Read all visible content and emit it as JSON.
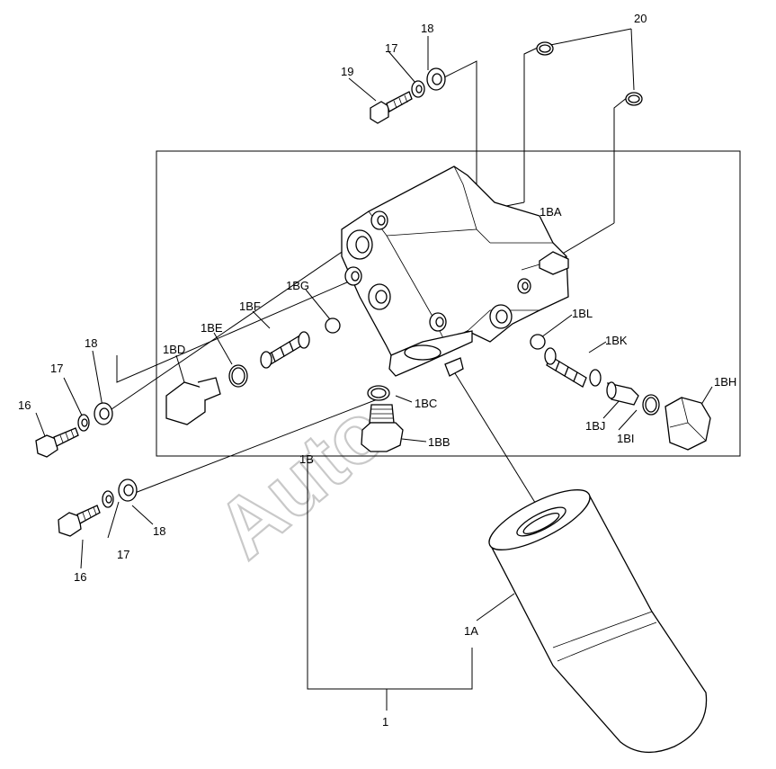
{
  "diagram": {
    "watermark": "Auto",
    "labels": {
      "p20": "20",
      "p18_top": "18",
      "p17_top": "17",
      "p19": "19",
      "p1BA": "1BA",
      "p1BG": "1BG",
      "p1BF": "1BF",
      "p1BE": "1BE",
      "p1BD": "1BD",
      "p1BL": "1BL",
      "p1BK": "1BK",
      "p1BH": "1BH",
      "p1BC": "1BC",
      "p1BJ": "1BJ",
      "p1BI": "1BI",
      "p1BB": "1BB",
      "p1B": "1B",
      "p18_mid": "18",
      "p17_mid": "17",
      "p16_mid": "16",
      "p16_bot": "16",
      "p17_bot": "17",
      "p18_bot": "18",
      "p1A": "1A",
      "p1": "1"
    }
  }
}
